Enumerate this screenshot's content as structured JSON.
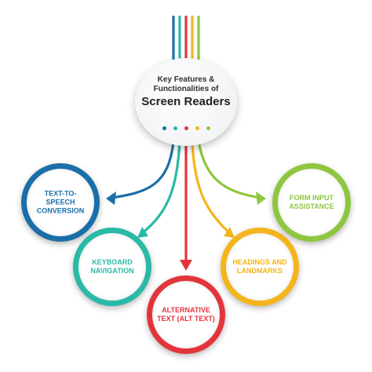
{
  "hub": {
    "line1": "Key Features &",
    "line2": "Functionalities of",
    "title": "Screen Readers"
  },
  "colors": {
    "blue": "#1b6fa8",
    "teal": "#2ab9a6",
    "red": "#e2353b",
    "yellow": "#f4b51c",
    "green": "#8ec63f"
  },
  "nodes": [
    {
      "id": "text-to-speech",
      "line1": "TEXT-TO-SPEECH",
      "line2": "CONVERSION",
      "color": "#1b6fa8"
    },
    {
      "id": "keyboard-navigation",
      "line1": "KEYBOARD",
      "line2": "NAVIGATION",
      "color": "#2ab9a6"
    },
    {
      "id": "alternative-text",
      "line1": "ALTERNATIVE",
      "line2": "TEXT (ALT TEXT)",
      "color": "#e2353b"
    },
    {
      "id": "headings-landmarks",
      "line1": "HEADINGS AND",
      "line2": "LANDMARKS",
      "color": "#f4b51c"
    },
    {
      "id": "form-input",
      "line1": "FORM INPUT",
      "line2": "ASSISTANCE",
      "color": "#8ec63f"
    }
  ]
}
